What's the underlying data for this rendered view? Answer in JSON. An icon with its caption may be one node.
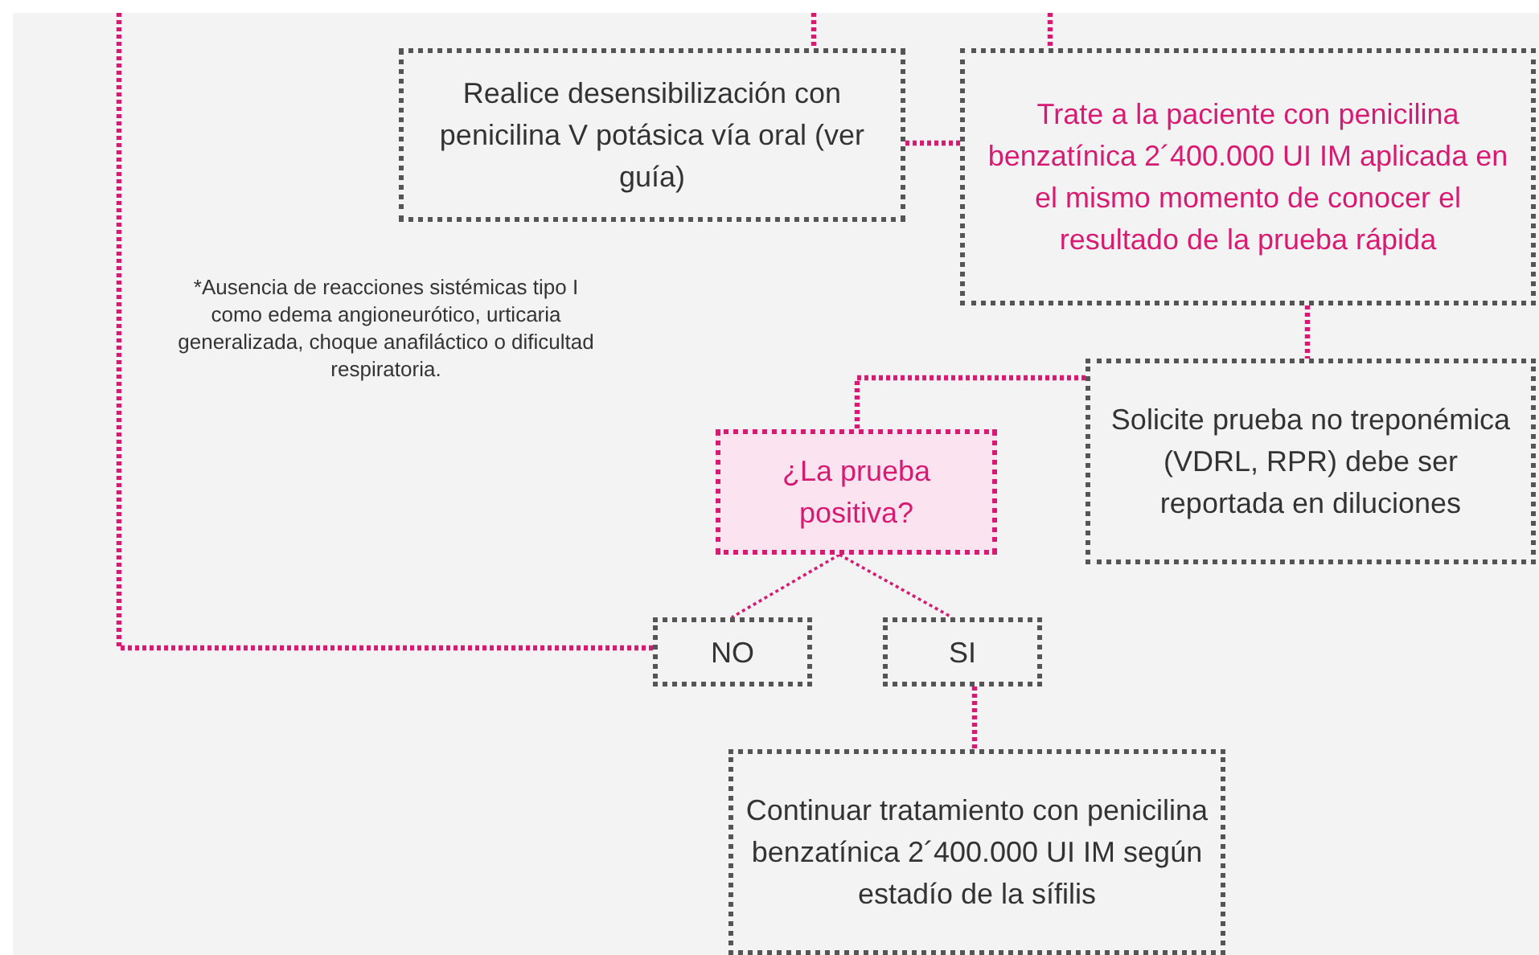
{
  "diagram": {
    "nodes": [
      {
        "text": [
          "Realice desensibilización con penicilina V potásica vía oral (ver guía)"
        ]
      },
      {
        "text": [
          "Trate a la paciente con penicilina benzatínica 2´400.000 UI IM aplicada en el mismo momento de conocer el resultado de la prueba rápida"
        ]
      },
      {
        "text": [
          "Solicite prueba no treponémica (VDRL, RPR) debe ser reportada en diluciones"
        ]
      },
      {
        "text": [
          "¿La prueba positiva?"
        ]
      },
      {
        "text": [
          "NO"
        ]
      },
      {
        "text": [
          "SI"
        ]
      },
      {
        "text": [
          "Continuar tratamiento con penicilina benzatínica 2´400.000 UI IM según estadío de la sífilis"
        ]
      }
    ],
    "edges": [
      {
        "from": null,
        "to": 0,
        "arrow": "none"
      },
      {
        "from": null,
        "to": 1,
        "arrow": "none"
      },
      {
        "from": 0,
        "to": 1,
        "arrow": "none"
      },
      {
        "from": 1,
        "to": 2,
        "arrow": "none"
      },
      {
        "from": 2,
        "to": 3,
        "arrow": "none"
      },
      {
        "from": 3,
        "to": 4,
        "arrow": "none"
      },
      {
        "from": 3,
        "to": 5,
        "arrow": "none"
      },
      {
        "from": 4,
        "to": null,
        "arrow": "none"
      },
      {
        "from": 5,
        "to": 6,
        "arrow": "none"
      }
    ],
    "labels": [
      "*Ausencia de reacciones sistémicas tipo I como edema angioneurótico, urticaria generalizada, choque anafiláctico o dificultad respiratoria."
    ]
  }
}
